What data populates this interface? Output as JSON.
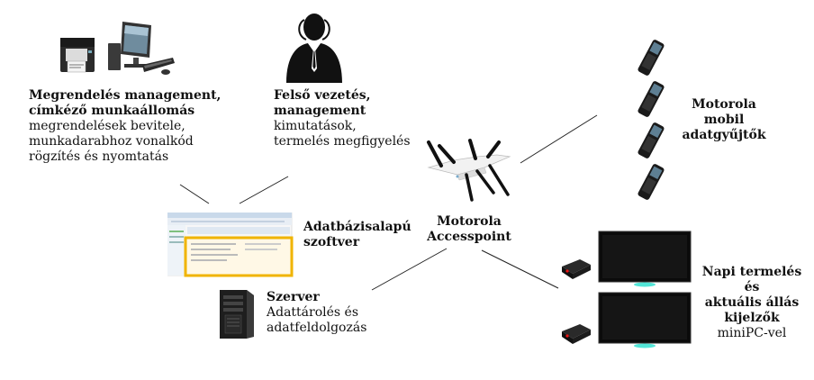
{
  "nodes": {
    "label_station": {
      "title1": "Megrendelés management,",
      "title2": "címkéző munkaállomás",
      "desc1": "megrendelések bevitele,",
      "desc2": "munkadarabhoz vonalkód",
      "desc3": "rögzítés és nyomtatás"
    },
    "manager": {
      "title1": "Felső vezetés,",
      "title2": "management",
      "desc1": "kimutatások,",
      "desc2": "termelés megfigyelés"
    },
    "software": {
      "title1": "Adatbázisalapú",
      "title2": "szoftver"
    },
    "server": {
      "title": "Szerver",
      "desc1": "Adattárolés és",
      "desc2": "adatfeldolgozás"
    },
    "accesspoint": {
      "title1": "Motorola",
      "title2": "Accesspoint"
    },
    "mobile": {
      "title1": "Motorola",
      "title2": "mobil",
      "title3": "adatgyűjtők"
    },
    "displays": {
      "title1": "Napi termelés",
      "title2": "és",
      "title3": "aktuális állás",
      "title4": "kijelzők",
      "desc": "miniPC-vel"
    }
  },
  "icons": {
    "printer": "printer-icon",
    "workstation": "workstation-icon",
    "manager": "business-person-icon",
    "software": "software-screenshot-icon",
    "server": "server-tower-icon",
    "accesspoint": "wireless-accesspoint-icon",
    "scanner": "handheld-scanner-icon",
    "display": "tv-display-icon",
    "minipc": "mini-pc-icon"
  }
}
